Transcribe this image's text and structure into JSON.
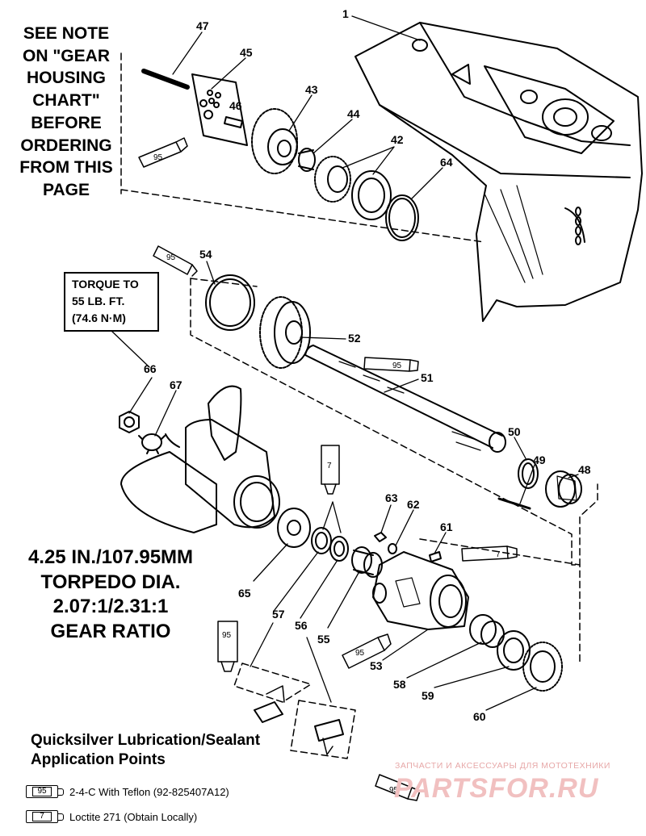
{
  "notes": {
    "see_note": [
      "SEE NOTE",
      "ON \"GEAR",
      "HOUSING",
      "CHART\"",
      "BEFORE",
      "ORDERING",
      "FROM THIS",
      "PAGE"
    ],
    "torque": [
      "TORQUE TO",
      "55 LB. FT.",
      "(74.6 N·M)"
    ],
    "torpedo": [
      "4.25 IN./107.95MM",
      "TORPEDO DIA.",
      "2.07:1/2.31:1",
      "GEAR RATIO"
    ]
  },
  "callouts": [
    "1",
    "42",
    "43",
    "44",
    "45",
    "46",
    "47",
    "48",
    "49",
    "50",
    "51",
    "52",
    "53",
    "54",
    "55",
    "56",
    "57",
    "58",
    "59",
    "60",
    "61",
    "62",
    "63",
    "64",
    "65",
    "66",
    "67"
  ],
  "tube_labels": [
    "95",
    "7"
  ],
  "legend": {
    "title": [
      "Quicksilver Lubrication/Sealant",
      "Application Points"
    ],
    "items": [
      {
        "code": "95",
        "text": "2-4-C  With Teflon (92-825407A12)"
      },
      {
        "code": "7",
        "text": "Loctite 271 (Obtain Locally)"
      }
    ]
  },
  "watermark": {
    "text": "ЗАПЧАСТИ И АКСЕССУАРЫ ДЛЯ МОТОТЕХНИКИ",
    "logo": "PARTSFOR.RU"
  }
}
